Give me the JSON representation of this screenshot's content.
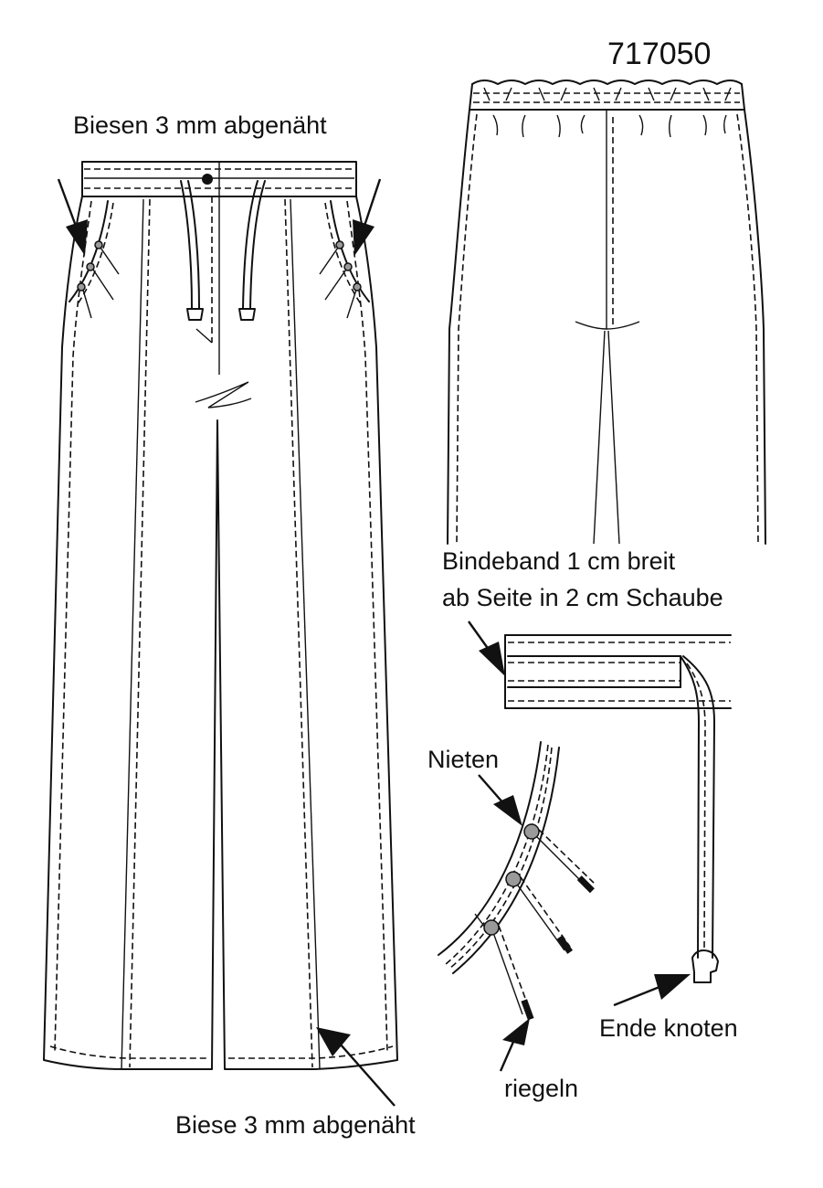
{
  "model_number": "717050",
  "labels": {
    "pleats_top": "Biesen 3 mm abgenäht",
    "pleat_bottom": "Biese 3 mm abgenäht",
    "tie_band_line1": "Bindeband 1 cm breit",
    "tie_band_line2": "ab Seite in 2 cm Schaube",
    "rivets": "Nieten",
    "bartack": "riegeln",
    "end_knot": "Ende knoten"
  }
}
